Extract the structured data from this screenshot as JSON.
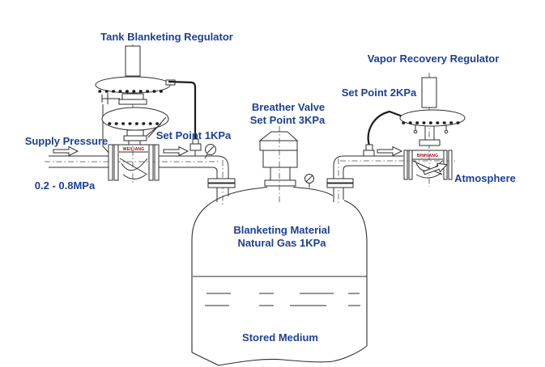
{
  "colors": {
    "background": "#ffffff",
    "label_text": "#1b4094",
    "line": "#2e2e2e",
    "brand_text": "#b00000"
  },
  "labels": {
    "tank_blanketing_regulator": "Tank Blanketing Regulator",
    "vapor_recovery_regulator": "Vapor Recovery Regulator",
    "breather_valve_line1": "Breather Valve",
    "breather_valve_line2": "Set Point 3KPa",
    "set_point_1": "Set Point 1KPa",
    "set_point_2": "Set Point 2KPa",
    "supply_pressure": "Supply Pressure",
    "supply_pressure_range": "0.2 - 0.8MPa",
    "atmosphere": "Atmosphere",
    "tank_line1": "Blanketing Material",
    "tank_line2": "Natural Gas 1KPa",
    "stored_medium": "Stored Medium",
    "left_valve_brand_mark": "WEILIANG",
    "right_valve_brand_mark": "BINHIANG"
  }
}
